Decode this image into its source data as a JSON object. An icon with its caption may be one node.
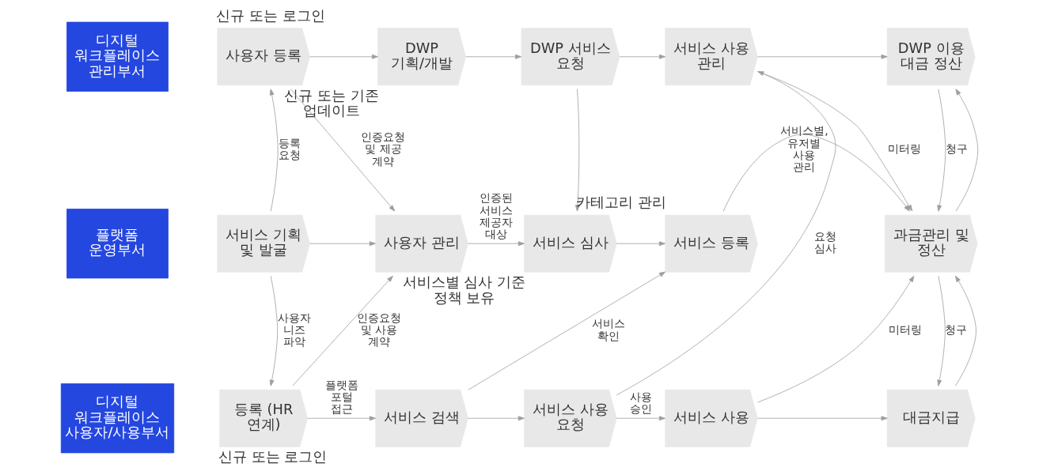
{
  "diagram": {
    "nodes": [
      {
        "text": [
          "디지털 워크플레이스 관리부서"
        ]
      },
      {
        "text": [
          "플랫폼 운영부서"
        ]
      },
      {
        "text": [
          "디지털 워크플레이스 사용자/사용부서"
        ]
      },
      {
        "text": [
          "사용자 등록"
        ],
        "beside": [
          "신규 또는 로그인"
        ]
      },
      {
        "text": [
          "DWP 기획/개발"
        ],
        "beside": [
          "신규 또는 기존 업데이트"
        ]
      },
      {
        "text": [
          "DWP 서비스 요청"
        ]
      },
      {
        "text": [
          "서비스 사용 관리"
        ]
      },
      {
        "text": [
          "DWP 이용 대금 정산"
        ]
      },
      {
        "text": [
          "서비스 기획 및 발굴"
        ]
      },
      {
        "text": [
          "사용자 관리"
        ]
      },
      {
        "text": [
          "서비스 심사"
        ],
        "beside": [
          "서비스별 심사 기준 정책 보유"
        ]
      },
      {
        "text": [
          "서비스 등록"
        ],
        "beside": [
          "카테고리 관리"
        ]
      },
      {
        "text": [
          "과금관리 및 정산"
        ]
      },
      {
        "text": [
          "등록 (HR 연계)"
        ],
        "beside": [
          "신규 또는 로그인"
        ]
      },
      {
        "text": [
          "서비스 검색"
        ]
      },
      {
        "text": [
          "서비스 사용 요청"
        ]
      },
      {
        "text": [
          "서비스 사용"
        ]
      },
      {
        "text": [
          "대금지급"
        ]
      }
    ],
    "edges": [
      {
        "from": 3,
        "to": 4,
        "arrow": "to"
      },
      {
        "from": 4,
        "to": 5,
        "arrow": "to"
      },
      {
        "from": 5,
        "to": 6,
        "arrow": "to"
      },
      {
        "from": 6,
        "to": 7,
        "arrow": "to"
      },
      {
        "from": 8,
        "to": 3,
        "arrow": "to",
        "label": "등록 요청"
      },
      {
        "from": 3,
        "to": 9,
        "arrow": "to",
        "label": "인증요청 및 제공 계약"
      },
      {
        "from": 5,
        "to": 10,
        "arrow": "to"
      },
      {
        "from": 8,
        "to": 9,
        "arrow": "to"
      },
      {
        "from": 9,
        "to": 10,
        "arrow": "to",
        "label": "인증된 서비스 제공자 대상"
      },
      {
        "from": 10,
        "to": 11,
        "arrow": "to"
      },
      {
        "from": 15,
        "to": 6,
        "arrow": "to",
        "label": "요청 심사"
      },
      {
        "from": 14,
        "to": 11,
        "arrow": "to",
        "label": "서비스 확인"
      },
      {
        "from": 6,
        "to": 12,
        "arrow": "to",
        "label": "미터링"
      },
      {
        "from": 7,
        "to": 12,
        "arrow": "to",
        "label": "청구"
      },
      {
        "from": 12,
        "to": 7,
        "arrow": "to"
      },
      {
        "from": 11,
        "to": 12,
        "arrow": "to",
        "label": "서비스별, 유저별 사용 관리"
      },
      {
        "from": 8,
        "to": 13,
        "arrow": "to",
        "label": "사용자 니즈 파악"
      },
      {
        "from": 13,
        "to": 9,
        "arrow": "to",
        "label": "인증요청 및 사용 계약"
      },
      {
        "from": 13,
        "to": 14,
        "arrow": "to",
        "label": "플랫폼 포털 접근"
      },
      {
        "from": 14,
        "to": 15,
        "arrow": "to"
      },
      {
        "from": 15,
        "to": 16,
        "arrow": "to",
        "label": "사용 승인"
      },
      {
        "from": 16,
        "to": 17,
        "arrow": "to"
      },
      {
        "from": 16,
        "to": 12,
        "arrow": "to",
        "label": "미터링"
      },
      {
        "from": 12,
        "to": 17,
        "arrow": "to",
        "label": "청구"
      },
      {
        "from": 17,
        "to": 12,
        "arrow": "to"
      }
    ]
  }
}
